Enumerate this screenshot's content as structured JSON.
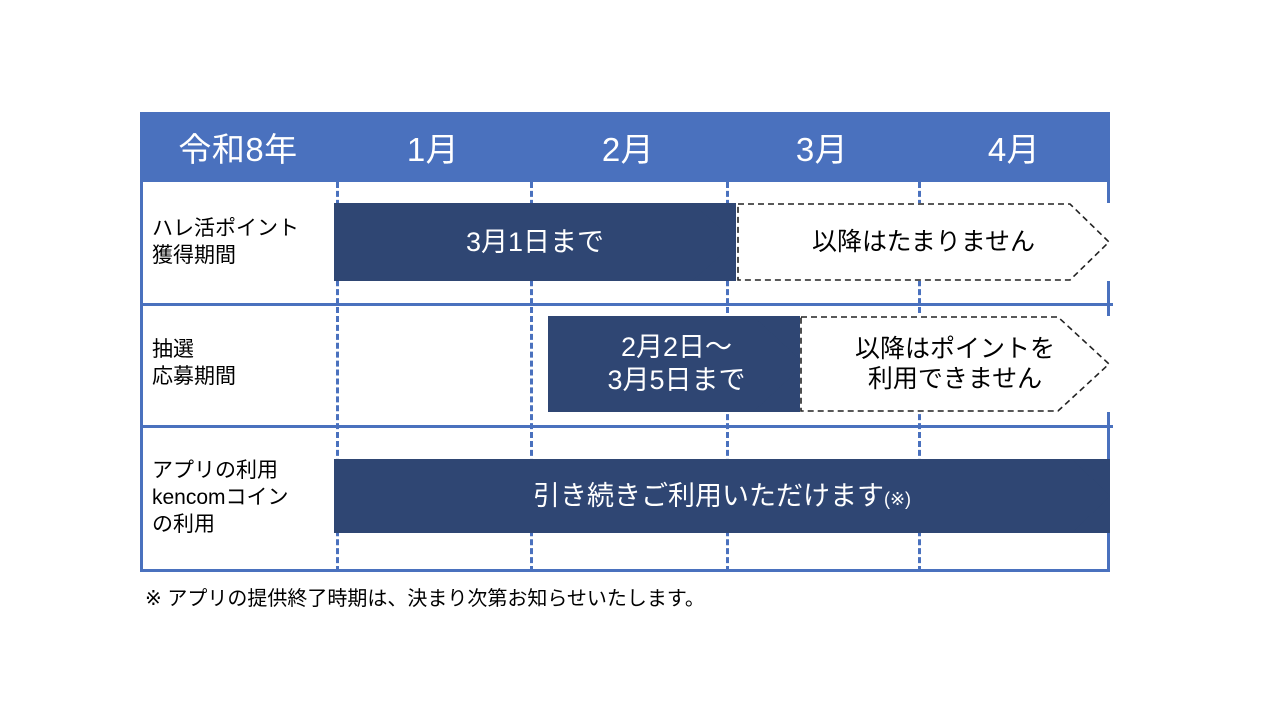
{
  "colors": {
    "header_blue": "#4a71be",
    "arrow_navy": "#2f4673",
    "grid_blue": "#4a71be",
    "text_dark": "#000000",
    "text_light": "#ffffff",
    "background": "#ffffff"
  },
  "table": {
    "header": {
      "era_label": "令和8年",
      "months": [
        "1月",
        "2月",
        "3月",
        "4月"
      ]
    },
    "rows": [
      {
        "label": "ハレ活ポイント\n獲得期間",
        "bars": [
          {
            "style": "solid",
            "text": "3月1日まで",
            "start_month": "1月",
            "end_month": "3月"
          },
          {
            "style": "dashed",
            "text": "以降はたまりません",
            "start_month": "3月",
            "end_month": "beyond-4月"
          }
        ]
      },
      {
        "label": "抽選\n応募期間",
        "bars": [
          {
            "style": "solid",
            "text": "2月2日～\n3月5日まで",
            "start_month": "2月",
            "end_month": "3月"
          },
          {
            "style": "dashed",
            "text": "以降はポイントを\n利用できません",
            "start_month": "3月",
            "end_month": "beyond-4月"
          }
        ]
      },
      {
        "label": "アプリの利用\nkencomコイン\nの利用",
        "bars": [
          {
            "style": "solid",
            "text": "引き続きご利用いただけます",
            "suffix": "(※)",
            "start_month": "1月",
            "end_month": "beyond-4月"
          }
        ]
      }
    ]
  },
  "footnote": {
    "text": "※ アプリの提供終了時期は、決まり次第お知らせいたします。"
  }
}
